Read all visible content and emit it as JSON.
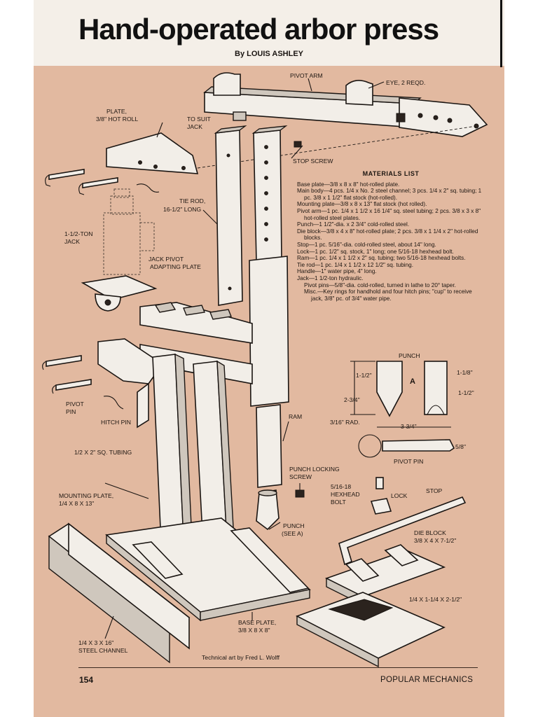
{
  "header": {
    "title": "Hand-operated arbor press",
    "byline": "By LOUIS ASHLEY"
  },
  "labels": {
    "pivot_arm": "PIVOT ARM",
    "eye": "EYE, 2 REQD.",
    "plate_1": "PLATE,",
    "plate_2": "3/8\" HOT ROLL",
    "to_suit_1": "TO SUIT",
    "to_suit_2": "JACK",
    "stop_screw": "STOP SCREW",
    "tie_rod_1": "TIE ROD,",
    "tie_rod_2": "16-1/2\" LONG",
    "jack_1": "1-1/2-TON",
    "jack_2": "JACK",
    "jack_pivot_1": "JACK PIVOT",
    "jack_pivot_2": "ADAPTING PLATE",
    "punch_top": "PUNCH",
    "dim_1_1_2": "1-1/2\"",
    "dim_1_1_8": "1-1/8\"",
    "label_a": "A",
    "dim_2_3_4": "2-3/4\"",
    "dim_1_1_2_b": "1-1/2\"",
    "rad": "3/16\" RAD.",
    "dim_3_3_4": "3-3/4\"",
    "dim_5_8": "5/8\"",
    "pivot_pin_detail": "PIVOT PIN",
    "pivot_pin_1": "PIVOT",
    "pivot_pin_2": "PIN",
    "hitch_pin": "HITCH PIN",
    "ram": "RAM",
    "sq_tubing": "1/2 X 2\" SQ. TUBING",
    "punch_lock_1": "PUNCH LOCKING",
    "punch_lock_2": "SCREW",
    "hex_1": "5/16-18",
    "hex_2": "HEXHEAD",
    "hex_3": "BOLT",
    "lock": "LOCK",
    "stop": "STOP",
    "mounting_1": "MOUNTING PLATE,",
    "mounting_2": "1/4 X 8 X 13\"",
    "punch_see_1": "PUNCH",
    "punch_see_2": "(SEE A)",
    "die_block_1": "DIE BLOCK",
    "die_block_2": "3/8 X 4 X 7-1/2\"",
    "dim_block": "1/4 X 1-1/4 X 2-1/2\"",
    "base_1": "BASE PLATE,",
    "base_2": "3/8 X 8 X 8\"",
    "channel_1": "1/4 X 3 X 16\"",
    "channel_2": "STEEL CHANNEL"
  },
  "materials": {
    "title": "MATERIALS LIST",
    "items": [
      "Base plate—3/8 x 8 x 8\" hot-rolled plate.",
      "Main body—4 pcs. 1/4 x No. 2 steel channel; 3 pcs. 1/4 x 2\" sq. tubing; 1 pc. 3/8 x 1 1/2\" flat stock (hot-rolled).",
      "Mounting plate—3/8 x 8 x 13\" flat stock (hot rolled).",
      "Pivot arm—1 pc. 1/4 x 1 1/2 x 16 1/4\" sq. steel tubing; 2 pcs. 3/8 x 3 x 8\" hot-rolled steel plates.",
      "Punch—1 1/2\"-dia. x 2 3/4\" cold-rolled steel.",
      "Die block—3/8 x 4 x 8\" hot-rolled plate; 2 pcs. 3/8 x 1 1/4 x 2\" hot-rolled blocks.",
      "Stop—1 pc. 5/16\"-dia. cold-rolled steel, about 14\" long.",
      "Lock—1 pc. 1/2\" sq. stock, 1\" long; one 5/16-18 hexhead bolt.",
      "Ram—1 pc. 1/4 x 1 1/2 x 2\" sq. tubing; two 5/16-18 hexhead bolts.",
      "Tie rod—1 pc. 1/4 x 1 1/2 x 12 1/2\" sq. tubing.",
      "Handle—1\" water pipe, 4\" long.",
      "Jack—1 1/2-ton hydraulic."
    ],
    "indented": [
      "Pivot pins—5/8\"-dia. cold-rolled, turned in lathe to 20° taper.",
      "Misc.—Key rings for handhold and four hitch pins; \"cup\" to receive jack, 3/8\" pc. of 3/4\" water pipe."
    ]
  },
  "footer": {
    "credit": "Technical art by Fred L. Wolff",
    "page_number": "154",
    "publication": "POPULAR MECHANICS"
  },
  "colors": {
    "page": "#e2b9a0",
    "header_band": "#f4efe8",
    "ink": "#1a1512",
    "metal": "#f2eee8"
  }
}
